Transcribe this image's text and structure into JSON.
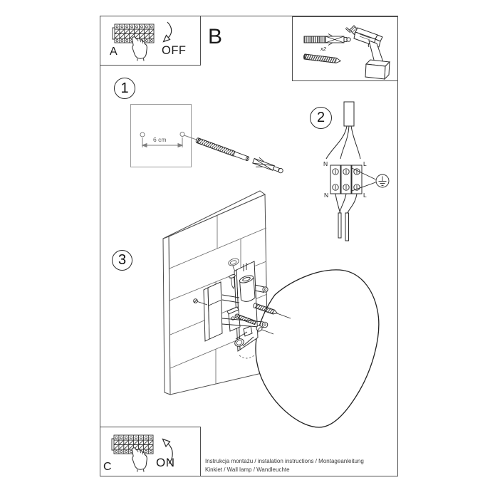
{
  "section_b": {
    "label": "B"
  },
  "panel_a": {
    "label": "A",
    "state": "OFF"
  },
  "kit": {
    "qty": "x2"
  },
  "panel_c": {
    "label": "C",
    "state": "ON"
  },
  "step1": {
    "num": "1",
    "distance": "6 cm"
  },
  "step2": {
    "num": "2",
    "n_top": "N",
    "l_top": "L",
    "n_bot": "N",
    "l_bot": "L"
  },
  "step3": {
    "num": "3"
  },
  "footer": {
    "line1": "Instrukcja montażu / instalation instructions / Montageanleitung",
    "line2": "Kinkiet / Wall lamp / Wandleuchte"
  }
}
